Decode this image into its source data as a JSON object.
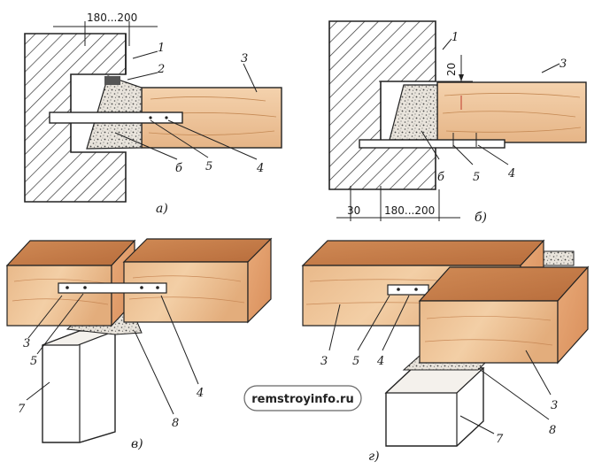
{
  "watermark": "remstroyinfo.ru",
  "figures": {
    "a": {
      "caption": "а)",
      "dimension": "180...200",
      "callouts": [
        "1",
        "2",
        "3",
        "б",
        "5",
        "4"
      ]
    },
    "b": {
      "caption": "б)",
      "dim_offset": "20",
      "dim_left": "30",
      "dim_span": "180...200",
      "callouts": [
        "1",
        "3",
        "б",
        "5",
        "4"
      ]
    },
    "v": {
      "caption": "в)",
      "callouts": [
        "3",
        "5",
        "7",
        "8",
        "4"
      ]
    },
    "g": {
      "caption": "г)",
      "callouts": [
        "3",
        "5",
        "4",
        "3",
        "8",
        "7"
      ]
    }
  }
}
